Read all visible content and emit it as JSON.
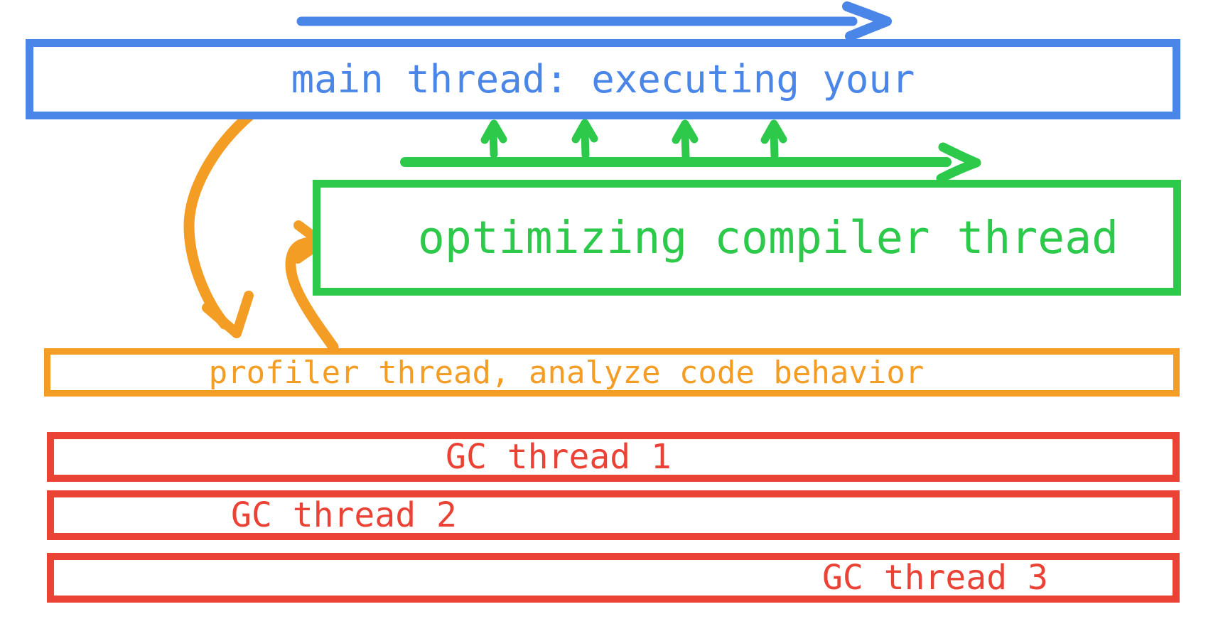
{
  "colors": {
    "blue": "#4A86E8",
    "green": "#2DC94B",
    "orange": "#F49D24",
    "red": "#EA4335",
    "background": "#FFFFFF"
  },
  "boxes": {
    "main_thread": {
      "label": "main thread: executing your",
      "color_name": "blue"
    },
    "optimizing_compiler": {
      "label": "optimizing compiler thread",
      "color_name": "green"
    },
    "profiler": {
      "label": "profiler thread, analyze code behavior",
      "color_name": "orange"
    },
    "gc_threads": [
      {
        "label": "GC thread 1"
      },
      {
        "label": "GC thread 2"
      },
      {
        "label": "GC thread 3"
      }
    ]
  },
  "arrows": {
    "main_timeline": {
      "name": "main-timeline-arrow",
      "color_name": "blue",
      "direction": "right"
    },
    "compiler_timeline": {
      "name": "compiler-timeline-arrow",
      "color_name": "green",
      "direction": "right"
    },
    "feedback_ticks": {
      "name": "feedback-up-arrows",
      "color_name": "green",
      "direction": "up",
      "count": 4
    },
    "main_to_profiler": {
      "name": "main-to-profiler-arrow",
      "color_name": "orange",
      "direction": "curved-down"
    },
    "profiler_to_compiler": {
      "name": "profiler-to-compiler-arrow",
      "color_name": "orange",
      "direction": "curved-up"
    }
  }
}
